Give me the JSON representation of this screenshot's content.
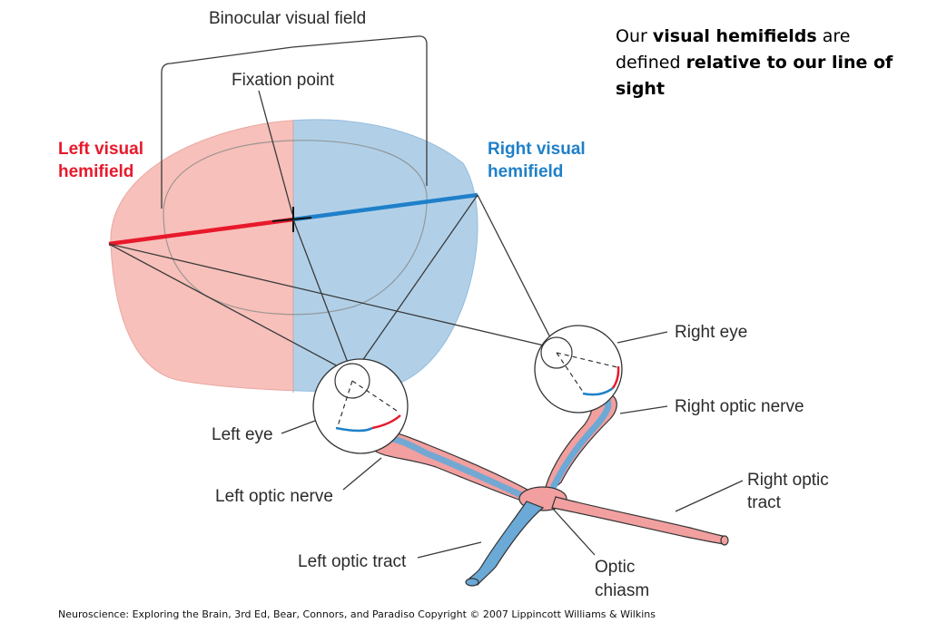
{
  "labels": {
    "binocular_visual_field": "Binocular visual field",
    "fixation_point": "Fixation point",
    "left_visual_hemifield": [
      "Left visual",
      "hemifield"
    ],
    "right_visual_hemifield": [
      "Right visual",
      "hemifield"
    ],
    "right_eye": "Right eye",
    "right_optic_nerve": "Right optic nerve",
    "right_optic_tract": [
      "Right optic",
      "tract"
    ],
    "left_eye": "Left eye",
    "left_optic_nerve": "Left optic nerve",
    "left_optic_tract": "Left optic tract",
    "optic_chiasm": [
      "Optic",
      "chiasm"
    ]
  },
  "note": {
    "p1": "Our ",
    "b1": "visual hemifields",
    "p2": " are defined ",
    "b2": "relative to our line of sight"
  },
  "credit": "Neuroscience: Exploring the Brain, 3rd Ed, Bear, Connors, and Paradiso Copyright © 2007 Lippincott Williams & Wilkins",
  "colors": {
    "left_field": "#f7c0ba",
    "right_field": "#b1d0e8",
    "left_line": "#e8192c",
    "right_line": "#1f80c9",
    "nerve_pink": "#f19f9f",
    "nerve_blue": "#6ba9d6"
  }
}
